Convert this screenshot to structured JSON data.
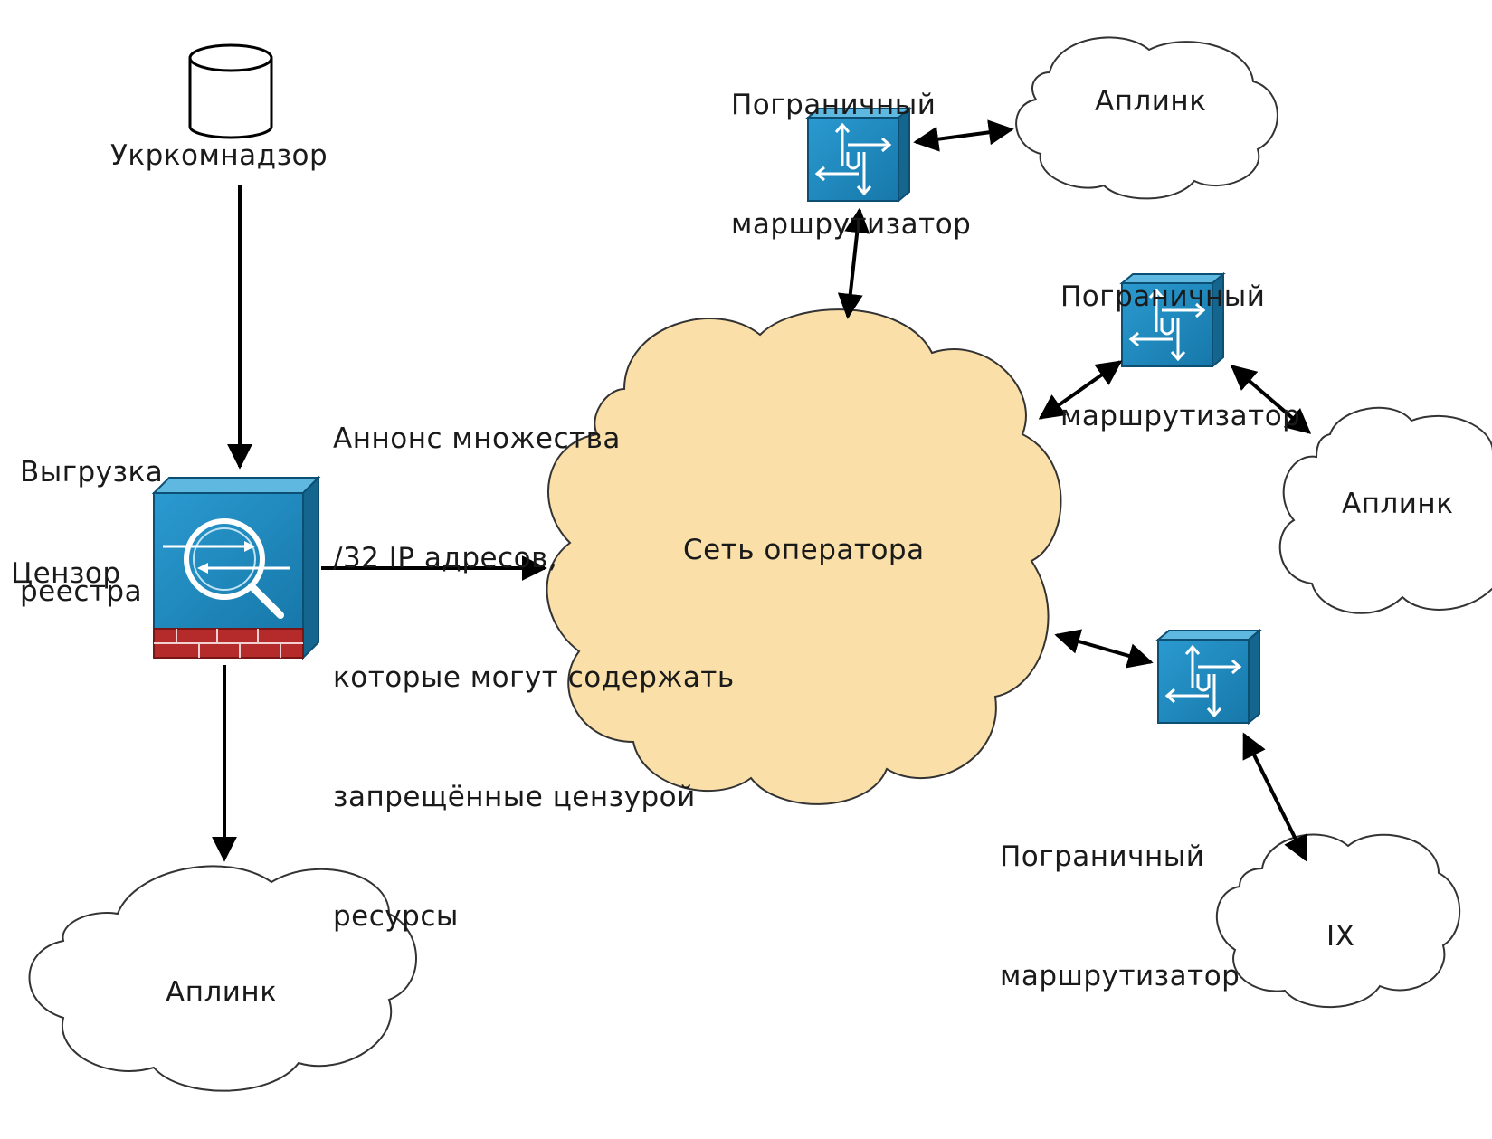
{
  "title": "",
  "nodes": {
    "db": {
      "label": "Укркомнадзор",
      "icon": "database-icon"
    },
    "censor": {
      "label": "Цензор",
      "icon": "firewall-icon"
    },
    "export_note": {
      "lines": [
        "Выгрузка",
        "реестра"
      ]
    },
    "announce_note": {
      "lines": [
        "Аннонс множества",
        "/32 IP адресов,",
        "которые могут содержать",
        "запрещённые цензурой",
        "ресурсы"
      ]
    },
    "operator_net": {
      "label": "Сеть оператора",
      "icon": "cloud-icon"
    },
    "router_top": {
      "lines": [
        "Пограничный",
        "маршрутизатор"
      ],
      "icon": "router-icon"
    },
    "router_mid": {
      "lines": [
        "Пограничный",
        "маршрутизатор"
      ],
      "icon": "router-icon"
    },
    "router_bot": {
      "lines": [
        "Пограничный",
        "маршрутизатор"
      ],
      "icon": "router-icon"
    },
    "uplink_top": {
      "label": "Аплинк",
      "icon": "cloud-icon"
    },
    "uplink_right": {
      "label": "Аплинк",
      "icon": "cloud-icon"
    },
    "uplink_bottom": {
      "label": "Аплинк",
      "icon": "cloud-icon"
    },
    "ix": {
      "label": "IX",
      "icon": "cloud-icon"
    }
  },
  "colors": {
    "operator_cloud_fill": "#fae0a8",
    "cloud_stroke": "#333333",
    "device_blue": "#1f88bf",
    "device_blue_dark": "#14668f",
    "firewall_brick": "#b52a2a",
    "arrow": "#000000"
  }
}
